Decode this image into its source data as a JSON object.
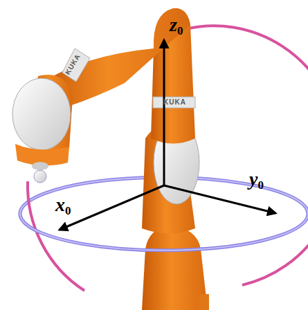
{
  "diagram": {
    "labels": [
      "z0",
      "x0",
      "y0",
      "KUKA",
      "KUKA"
    ]
  }
}
